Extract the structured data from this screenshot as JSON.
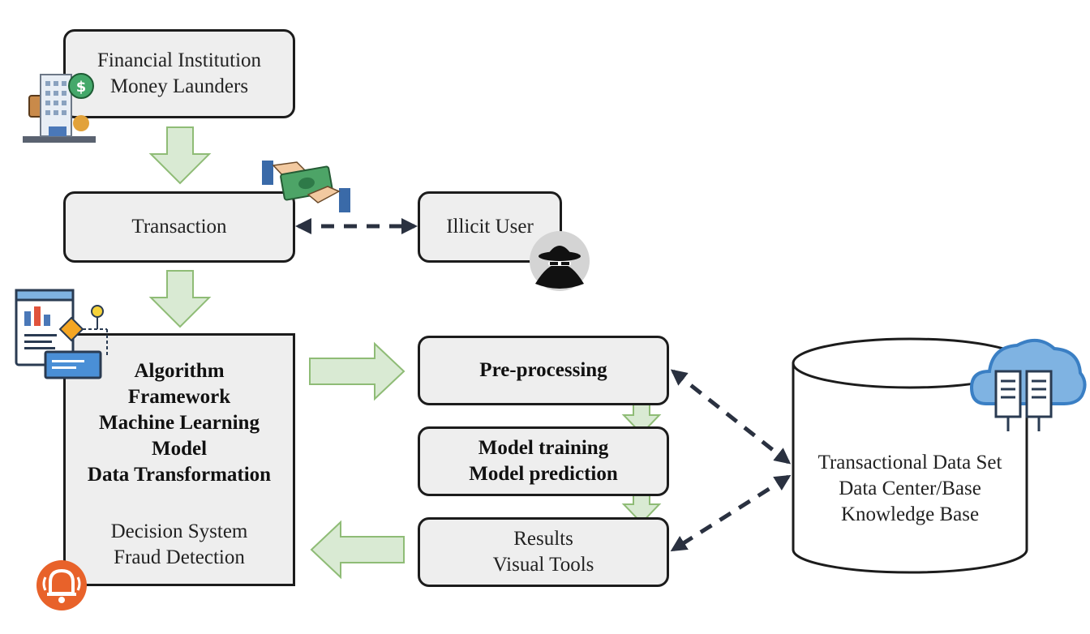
{
  "nodes": {
    "financial": {
      "lines": [
        "Financial Institution",
        "Money Launders"
      ]
    },
    "transaction": {
      "label": "Transaction"
    },
    "illicit_user": {
      "label": "Illicit User"
    },
    "algorithm": {
      "bold_lines": [
        "Algorithm",
        "Framework",
        "Machine Learning",
        "Model",
        "Data Transformation"
      ],
      "lines": [
        "Decision System",
        "Fraud Detection"
      ]
    },
    "preprocessing": {
      "label": "Pre-processing"
    },
    "model": {
      "lines": [
        "Model training",
        "Model prediction"
      ]
    },
    "results": {
      "lines": [
        "Results",
        "Visual Tools"
      ]
    },
    "database": {
      "lines": [
        "Transactional Data Set",
        "Data Center/Base",
        "Knowledge Base"
      ]
    }
  },
  "icons": [
    "bank-building-icon",
    "money-hands-icon",
    "hacker-icon",
    "dashboard-flowchart-icon",
    "alarm-bell-icon",
    "cloud-server-icon"
  ],
  "colors": {
    "arrow_fill": "#d9ead3",
    "arrow_stroke": "#8fbc76",
    "box_fill": "#eeeeee",
    "dashed": "#2a3140"
  }
}
